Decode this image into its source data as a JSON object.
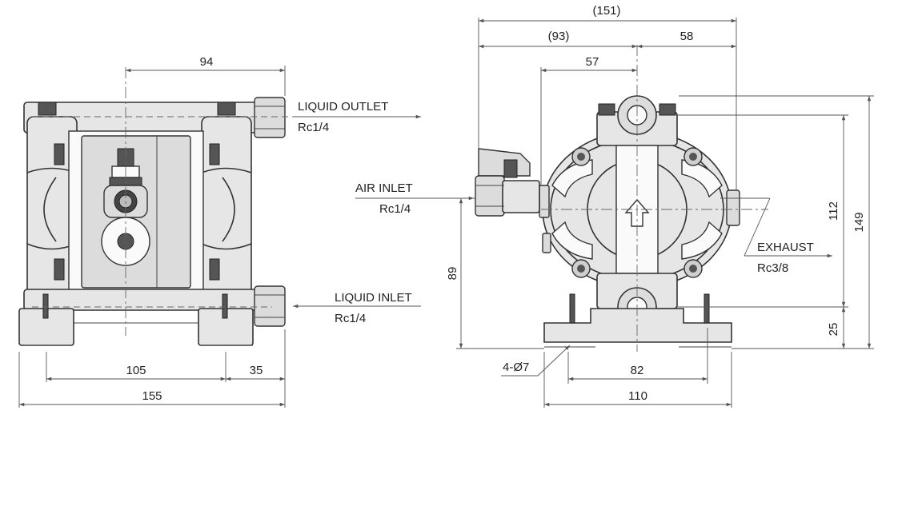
{
  "dimensions": {
    "side_top_width": "94",
    "side_base_spacing": "105",
    "side_outlet_offset": "35",
    "side_total_width": "155",
    "front_total_depth": "(151)",
    "front_rear_depth": "(93)",
    "front_front_depth": "58",
    "front_center_offset": "57",
    "front_port_height": "112",
    "front_total_height": "149",
    "front_air_inlet_height": "89",
    "front_base_height": "25",
    "front_base_hole_spacing": "82",
    "front_base_width": "110",
    "base_holes": "4-Ø7"
  },
  "labels": {
    "liquid_outlet": "LIQUID OUTLET",
    "liquid_outlet_size": "Rc1/4",
    "liquid_inlet": "LIQUID INLET",
    "liquid_inlet_size": "Rc1/4",
    "air_inlet": "AIR INLET",
    "air_inlet_size": "Rc1/4",
    "exhaust": "EXHAUST",
    "exhaust_size": "Rc3/8"
  }
}
